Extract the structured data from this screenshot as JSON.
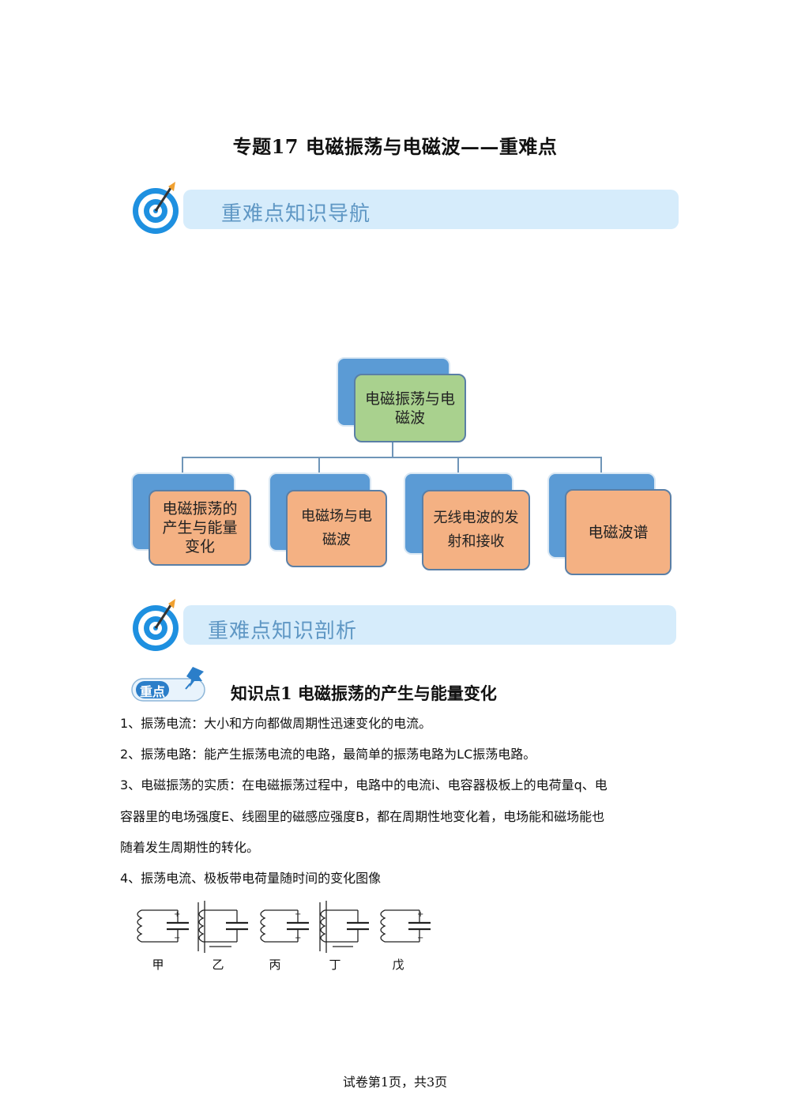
{
  "title": "专题17 电磁振荡与电磁波——重难点",
  "banners": {
    "nav": "重难点知识导航",
    "analysis": "重难点知识剖析"
  },
  "mindmap": {
    "root": "电磁振荡与电磁波",
    "children": [
      "电磁振荡的产生与能量变化",
      "电磁场与电磁波",
      "无线电波的发射和接收",
      "电磁波谱"
    ]
  },
  "knowledge_point": {
    "badge": "重点",
    "title": "知识点1 电磁振荡的产生与能量变化",
    "items": [
      "1、振荡电流：大小和方向都做周期性迅速变化的电流。",
      "2、振荡电路：能产生振荡电流的电路，最简单的振荡电路为LC振荡电路。",
      "3、电磁振荡的实质：在电磁振荡过程中，电路中的电流i、电容器极板上的电荷量q、电",
      "容器里的电场强度E、线圈里的磁感应强度B，都在周期性地变化着，电场能和磁场能也",
      "随着发生周期性的转化。",
      "4、振荡电流、极板带电荷量随时间的变化图像"
    ]
  },
  "circuit_labels": [
    "甲",
    "乙",
    "丙",
    "丁",
    "戊"
  ],
  "footer": "试卷第1页，共3页",
  "colors": {
    "banner_bg": "#d6ecfb",
    "banner_text": "#5f97c4",
    "root_box": "#a9d18e",
    "child_box": "#f4b183",
    "shadow_box": "#5b9bd5"
  }
}
